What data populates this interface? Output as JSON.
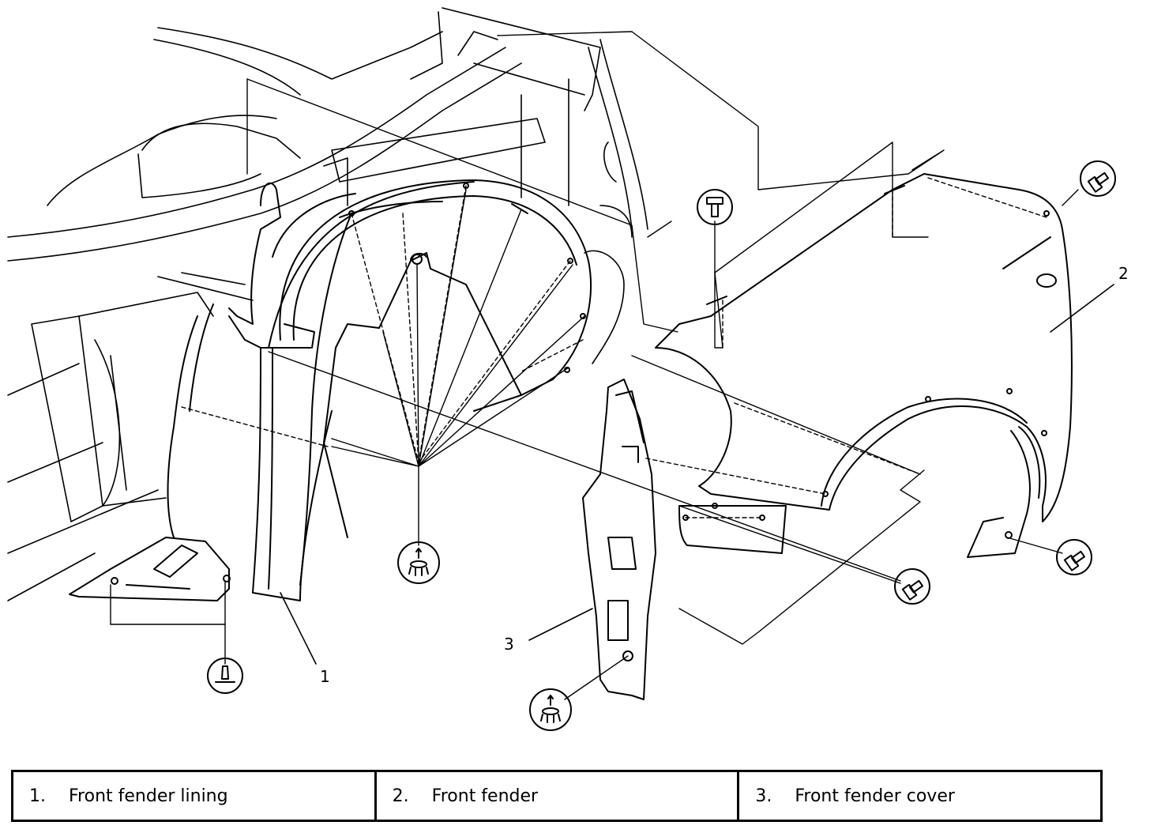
{
  "callouts": {
    "c1": "1",
    "c2": "2",
    "c3": "3"
  },
  "legend": [
    {
      "num": "1.",
      "label": "Front fender lining"
    },
    {
      "num": "2.",
      "label": "Front fender"
    },
    {
      "num": "3.",
      "label": "Front fender cover"
    }
  ],
  "icons": [
    "bolt-icon",
    "clip-icon",
    "push-rivet-icon",
    "nut-icon"
  ],
  "colors": {
    "ink": "#000000",
    "paper": "#ffffff"
  }
}
